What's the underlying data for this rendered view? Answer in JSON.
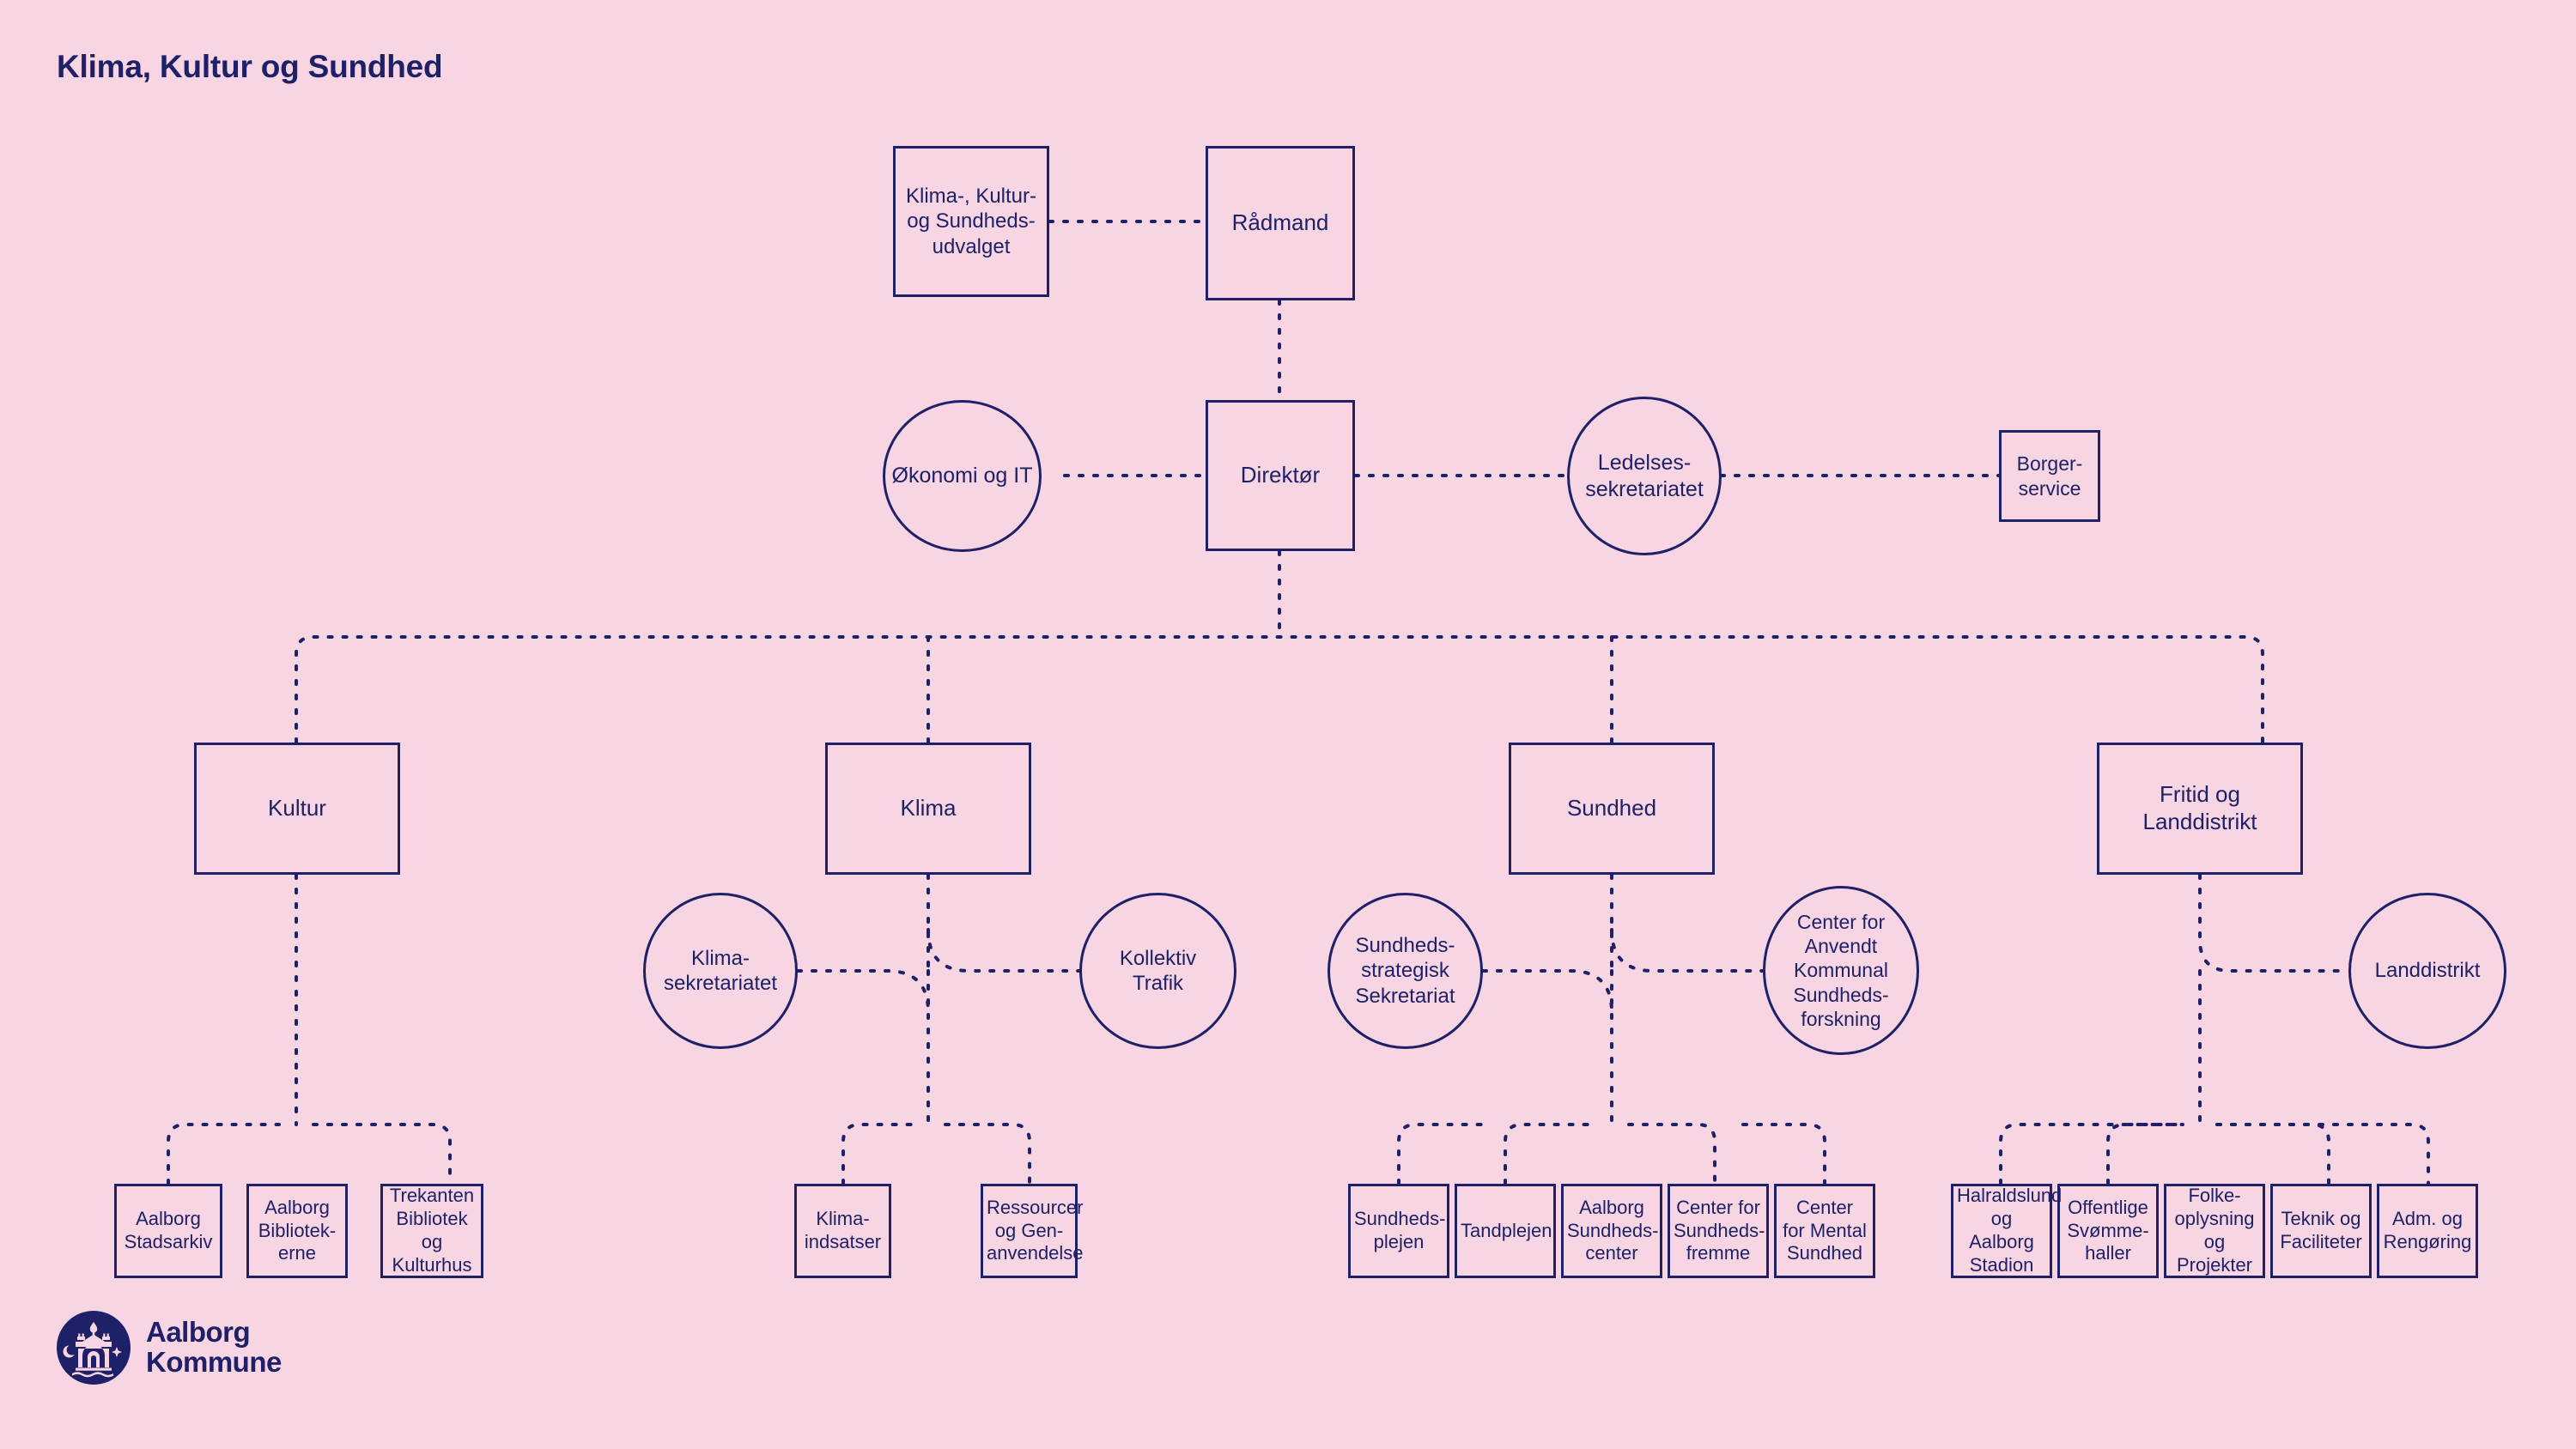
{
  "page": {
    "title": "Klima, Kultur og Sundhed",
    "background_color": "#f7d5e2",
    "ink_color": "#1e2168"
  },
  "logo": {
    "name": "aalborg-kommune-logo",
    "line1": "Aalborg",
    "line2": "Kommune",
    "mark_icon": "aalborg-castle-crest-icon"
  },
  "chart_data": {
    "type": "diagram",
    "diagram_type": "organizational-chart",
    "title": "Klima, Kultur og Sundhed",
    "legend": {
      "box_shape": "rectangle = department / unit",
      "circle_shape": "ellipse = secretariat / staff function"
    },
    "nodes": [
      {
        "id": "udvalg",
        "label": "Klima-, Kultur- og Sundheds-udvalget",
        "shape": "rect",
        "level": 0
      },
      {
        "id": "radmand",
        "label": "Rådmand",
        "shape": "rect",
        "level": 0
      },
      {
        "id": "okonomi",
        "label": "Økonomi og IT",
        "shape": "circle",
        "level": 1
      },
      {
        "id": "direktor",
        "label": "Direktør",
        "shape": "rect",
        "level": 1
      },
      {
        "id": "ledelse",
        "label": "Ledelses-sekretariatet",
        "shape": "circle",
        "level": 1
      },
      {
        "id": "borger",
        "label": "Borger-service",
        "shape": "rect",
        "level": 1
      },
      {
        "id": "kultur",
        "label": "Kultur",
        "shape": "rect",
        "level": 2
      },
      {
        "id": "klima",
        "label": "Klima",
        "shape": "rect",
        "level": 2
      },
      {
        "id": "sundhed",
        "label": "Sundhed",
        "shape": "rect",
        "level": 2
      },
      {
        "id": "fritid",
        "label": "Fritid og Landdistrikt",
        "shape": "rect",
        "level": 2
      },
      {
        "id": "klimasek",
        "label": "Klima-sekretariatet",
        "shape": "circle",
        "level": 3
      },
      {
        "id": "kollektiv",
        "label": "Kollektiv Trafik",
        "shape": "circle",
        "level": 3
      },
      {
        "id": "sundsek",
        "label": "Sundheds-strategisk Sekretariat",
        "shape": "circle",
        "level": 3
      },
      {
        "id": "caks",
        "label": "Center for Anvendt Kommunal Sundheds-forskning",
        "shape": "circle",
        "level": 3
      },
      {
        "id": "landdist",
        "label": "Landdistrikt",
        "shape": "circle",
        "level": 3
      },
      {
        "id": "stadsarkiv",
        "label": "Aalborg Stadsarkiv",
        "shape": "rect",
        "level": 4
      },
      {
        "id": "biblioteker",
        "label": "Aalborg Bibliotek-erne",
        "shape": "rect",
        "level": 4
      },
      {
        "id": "trekanten",
        "label": "Trekanten Bibliotek og Kulturhus",
        "shape": "rect",
        "level": 4
      },
      {
        "id": "klimaind",
        "label": "Klima-indsatser",
        "shape": "rect",
        "level": 4
      },
      {
        "id": "ressourcer",
        "label": "Ressourcer og Gen-anvendelse",
        "shape": "rect",
        "level": 4
      },
      {
        "id": "sundplejen",
        "label": "Sundheds-plejen",
        "shape": "rect",
        "level": 4
      },
      {
        "id": "tandplejen",
        "label": "Tandplejen",
        "shape": "rect",
        "level": 4
      },
      {
        "id": "aalbsund",
        "label": "Aalborg Sundheds-center",
        "shape": "rect",
        "level": 4
      },
      {
        "id": "sundfremme",
        "label": "Center for Sundheds-fremme",
        "shape": "rect",
        "level": 4
      },
      {
        "id": "mental",
        "label": "Center for Mental Sundhed",
        "shape": "rect",
        "level": 4
      },
      {
        "id": "haraldslund",
        "label": "Halraldslund og Aalborg Stadion",
        "shape": "rect",
        "level": 4
      },
      {
        "id": "svomme",
        "label": "Offentlige Svømme-haller",
        "shape": "rect",
        "level": 4
      },
      {
        "id": "folkeopl",
        "label": "Folke-oplysning og Projekter",
        "shape": "rect",
        "level": 4
      },
      {
        "id": "teknik",
        "label": "Teknik og Faciliteter",
        "shape": "rect",
        "level": 4
      },
      {
        "id": "adm",
        "label": "Adm. og Rengøring",
        "shape": "rect",
        "level": 4
      }
    ],
    "edges": [
      {
        "from": "udvalg",
        "to": "radmand",
        "style": "dotted"
      },
      {
        "from": "radmand",
        "to": "direktor",
        "style": "dotted"
      },
      {
        "from": "okonomi",
        "to": "direktor",
        "style": "dotted"
      },
      {
        "from": "direktor",
        "to": "ledelse",
        "style": "dotted"
      },
      {
        "from": "ledelse",
        "to": "borger",
        "style": "dotted"
      },
      {
        "from": "direktor",
        "to": "kultur",
        "style": "dotted"
      },
      {
        "from": "direktor",
        "to": "klima",
        "style": "dotted"
      },
      {
        "from": "direktor",
        "to": "sundhed",
        "style": "dotted"
      },
      {
        "from": "direktor",
        "to": "fritid",
        "style": "dotted"
      },
      {
        "from": "klima",
        "to": "klimasek",
        "style": "dotted"
      },
      {
        "from": "klima",
        "to": "kollektiv",
        "style": "dotted"
      },
      {
        "from": "sundhed",
        "to": "sundsek",
        "style": "dotted"
      },
      {
        "from": "sundhed",
        "to": "caks",
        "style": "dotted"
      },
      {
        "from": "fritid",
        "to": "landdist",
        "style": "dotted"
      },
      {
        "from": "kultur",
        "to": "stadsarkiv",
        "style": "dotted"
      },
      {
        "from": "kultur",
        "to": "biblioteker",
        "style": "dotted"
      },
      {
        "from": "kultur",
        "to": "trekanten",
        "style": "dotted"
      },
      {
        "from": "klima",
        "to": "klimaind",
        "style": "dotted"
      },
      {
        "from": "klima",
        "to": "ressourcer",
        "style": "dotted"
      },
      {
        "from": "sundhed",
        "to": "sundplejen",
        "style": "dotted"
      },
      {
        "from": "sundhed",
        "to": "tandplejen",
        "style": "dotted"
      },
      {
        "from": "sundhed",
        "to": "aalbsund",
        "style": "dotted"
      },
      {
        "from": "sundhed",
        "to": "sundfremme",
        "style": "dotted"
      },
      {
        "from": "sundhed",
        "to": "mental",
        "style": "dotted"
      },
      {
        "from": "fritid",
        "to": "haraldslund",
        "style": "dotted"
      },
      {
        "from": "fritid",
        "to": "svomme",
        "style": "dotted"
      },
      {
        "from": "fritid",
        "to": "folkeopl",
        "style": "dotted"
      },
      {
        "from": "fritid",
        "to": "teknik",
        "style": "dotted"
      },
      {
        "from": "fritid",
        "to": "adm",
        "style": "dotted"
      }
    ]
  },
  "nodes": {
    "udvalg": {
      "line1": "Klima-, Kultur-",
      "line2": "og Sundheds-",
      "line3": "udvalget"
    },
    "radmand": {
      "label": "Rådmand"
    },
    "okonomi": {
      "label": "Økonomi og IT"
    },
    "direktor": {
      "label": "Direktør"
    },
    "ledelse": {
      "line1": "Ledelses-",
      "line2": "sekretariatet"
    },
    "borger": {
      "line1": "Borger-",
      "line2": "service"
    },
    "kultur": {
      "label": "Kultur"
    },
    "klima": {
      "label": "Klima"
    },
    "sundhed": {
      "label": "Sundhed"
    },
    "fritid": {
      "label": "Fritid og Landdistrikt"
    },
    "klimasek": {
      "line1": "Klima-",
      "line2": "sekretariatet"
    },
    "kollektiv": {
      "line1": "Kollektiv",
      "line2": "Trafik"
    },
    "sundsek": {
      "line1": "Sundheds-",
      "line2": "strategisk",
      "line3": "Sekretariat"
    },
    "caks": {
      "line1": "Center for",
      "line2": "Anvendt",
      "line3": "Kommunal",
      "line4": "Sundheds-",
      "line5": "forskning"
    },
    "landdist": {
      "label": "Landdistrikt"
    },
    "stadsarkiv": {
      "line1": "Aalborg",
      "line2": "Stadsarkiv"
    },
    "biblioteker": {
      "line1": "Aalborg",
      "line2": "Bibliotek-",
      "line3": "erne"
    },
    "trekanten": {
      "line1": "Trekanten",
      "line2": "Bibliotek og",
      "line3": "Kulturhus"
    },
    "klimaind": {
      "line1": "Klima-",
      "line2": "indsatser"
    },
    "ressourcer": {
      "line1": "Ressourcer",
      "line2": "og Gen-",
      "line3": "anvendelse"
    },
    "sundplejen": {
      "line1": "Sundheds-",
      "line2": "plejen"
    },
    "tandplejen": {
      "label": "Tandplejen"
    },
    "aalbsund": {
      "line1": "Aalborg",
      "line2": "Sundheds-",
      "line3": "center"
    },
    "sundfremme": {
      "line1": "Center for",
      "line2": "Sundheds-",
      "line3": "fremme"
    },
    "mental": {
      "line1": "Center",
      "line2": "for Mental",
      "line3": "Sundhed"
    },
    "haraldslund": {
      "line1": "Halraldslund",
      "line2": "og Aalborg",
      "line3": "Stadion"
    },
    "svomme": {
      "line1": "Offentlige",
      "line2": "Svømme-",
      "line3": "haller"
    },
    "folkeopl": {
      "line1": "Folke-",
      "line2": "oplysning",
      "line3": "og Projekter"
    },
    "teknik": {
      "line1": "Teknik og",
      "line2": "Faciliteter"
    },
    "adm": {
      "line1": "Adm. og",
      "line2": "Rengøring"
    }
  }
}
